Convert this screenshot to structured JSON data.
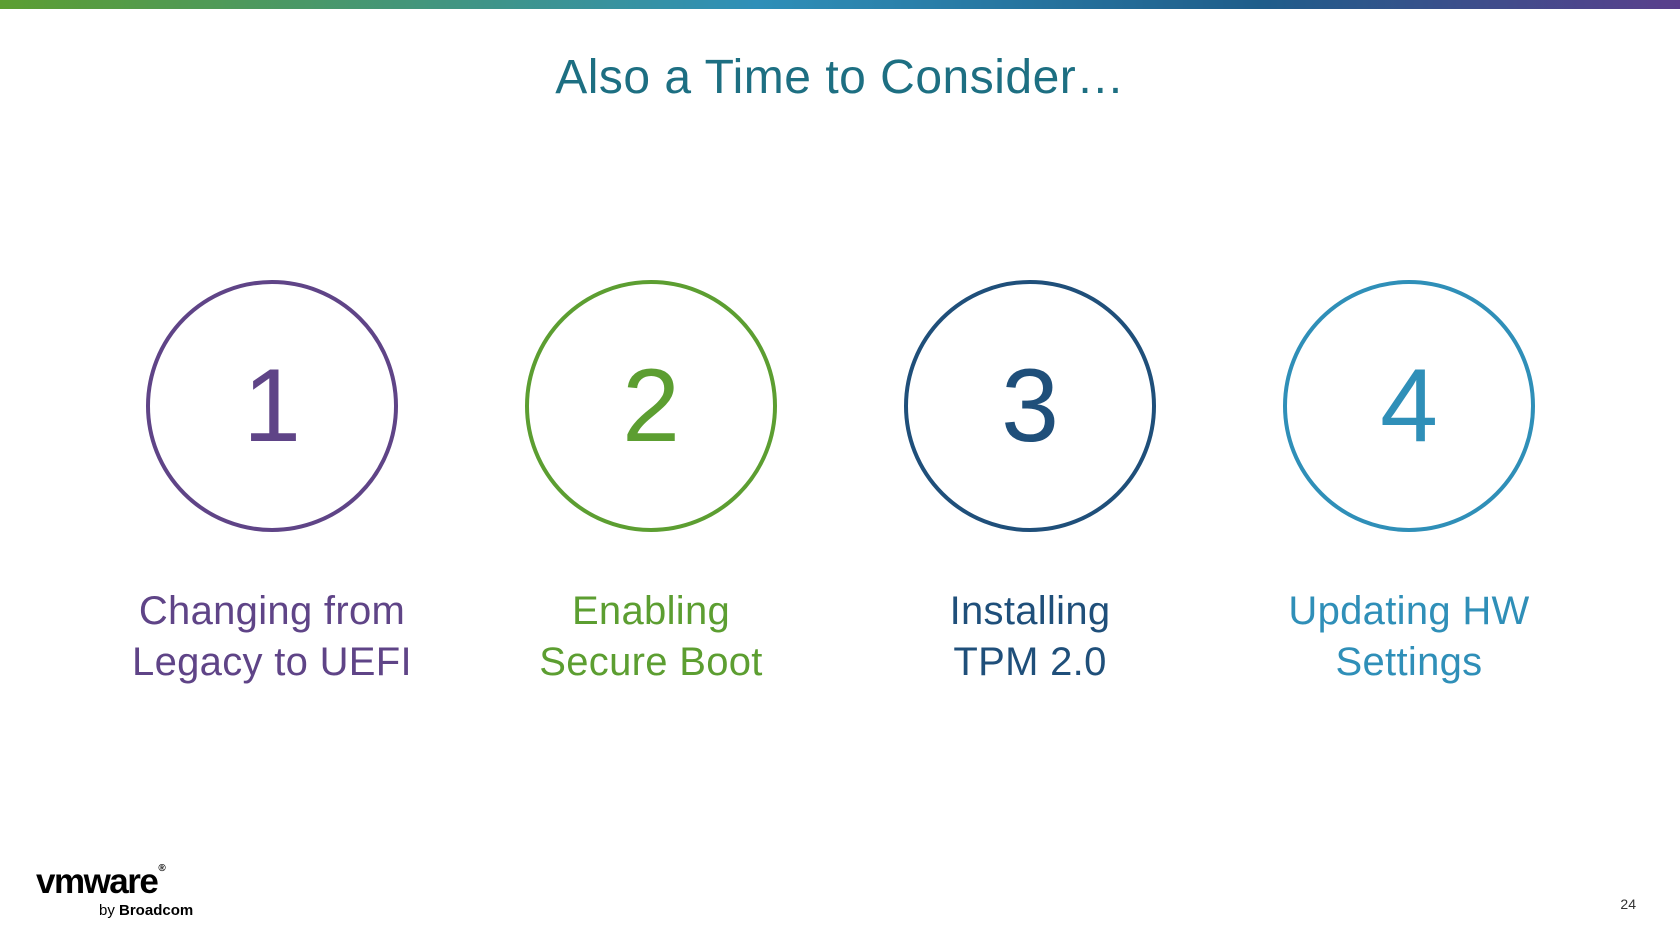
{
  "slide": {
    "title": "Also a Time to Consider…",
    "page_number": "24"
  },
  "steps": [
    {
      "number": "1",
      "line1": "Changing from",
      "line2": "Legacy to UEFI",
      "color": "#5f4487"
    },
    {
      "number": "2",
      "line1": "Enabling",
      "line2": "Secure Boot",
      "color": "#5c9e31"
    },
    {
      "number": "3",
      "line1": "Installing",
      "line2": "TPM 2.0",
      "color": "#1f4f7a"
    },
    {
      "number": "4",
      "line1": "Updating HW",
      "line2": "Settings",
      "color": "#2f8fb8"
    }
  ],
  "logo": {
    "main": "vmware",
    "registered": "®",
    "by": "by",
    "company": "Broadcom"
  },
  "colors": {
    "title": "#1d6f82"
  }
}
